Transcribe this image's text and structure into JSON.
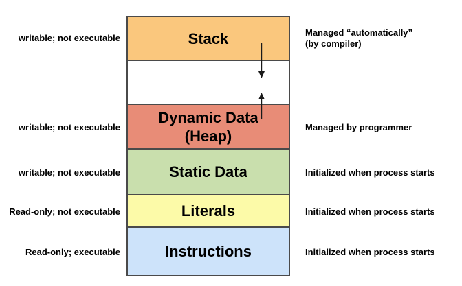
{
  "diagram": {
    "name": "process memory layout",
    "border_color": "#4a4a4a",
    "text_color": "#000000",
    "sections": [
      {
        "key": "stack",
        "label": "Stack",
        "color": "#FAC77D",
        "left_note": "writable; not executable",
        "right_note": "Managed “automatically”\n(by compiler)"
      },
      {
        "key": "free-space",
        "label": "",
        "color": "#FFFFFF",
        "left_note": "",
        "right_note": ""
      },
      {
        "key": "dynamic-data",
        "label": "Dynamic Data\n(Heap)",
        "color": "#E88C77",
        "left_note": "writable; not executable",
        "right_note": "Managed by programmer"
      },
      {
        "key": "static-data",
        "label": "Static Data",
        "color": "#C9DFAD",
        "left_note": "writable; not executable",
        "right_note": "Initialized when process starts"
      },
      {
        "key": "literals",
        "label": "Literals",
        "color": "#FCFAA8",
        "left_note": "Read-only; not executable",
        "right_note": "Initialized when process starts"
      },
      {
        "key": "instructions",
        "label": "Instructions",
        "color": "#CDE3FA",
        "left_note": "Read-only; executable",
        "right_note": "Initialized when process starts"
      }
    ],
    "arrows": [
      {
        "name": "stack-grows-down",
        "direction": "down"
      },
      {
        "name": "heap-grows-up",
        "direction": "up"
      }
    ]
  }
}
